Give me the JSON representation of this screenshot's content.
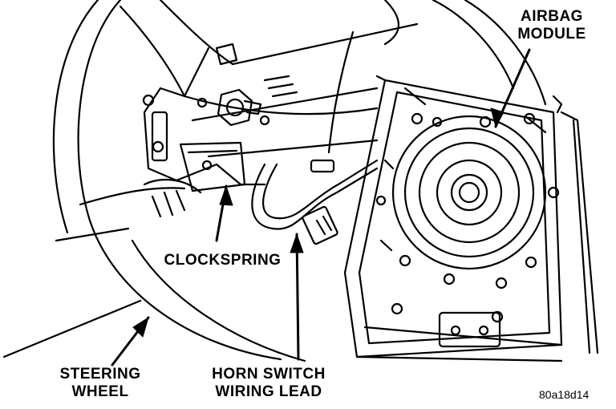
{
  "labels": {
    "airbag_module": [
      "AIRBAG",
      "MODULE"
    ],
    "clockspring": "CLOCKSPRING",
    "steering_wheel": [
      "STEERING",
      "WHEEL"
    ],
    "horn_switch": [
      "HORN SWITCH",
      "WIRING LEAD"
    ]
  },
  "figure_code": "80a18d14",
  "colors": {
    "ink": "#000000",
    "paper": "#ffffff"
  }
}
